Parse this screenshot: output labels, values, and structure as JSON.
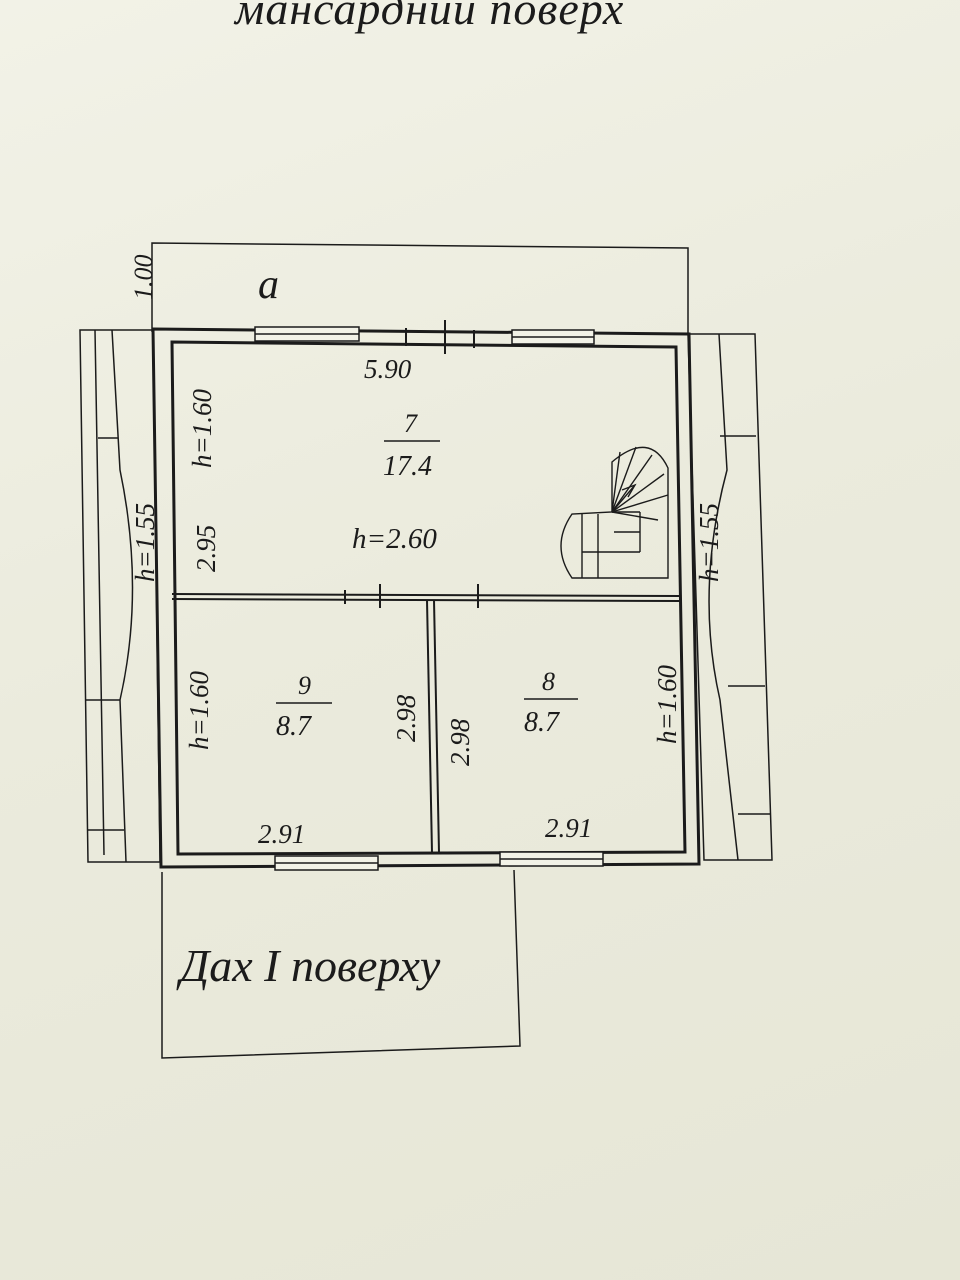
{
  "title": "мансардний поверх",
  "section_mark": "a",
  "roof_label": "Дах І поверху",
  "setback_dim": "1.00",
  "rooms": [
    {
      "number": "7",
      "area": "17.4"
    },
    {
      "number": "9",
      "area": "8.7"
    },
    {
      "number": "8",
      "area": "8.7"
    }
  ],
  "dims": {
    "top_width": "5.90",
    "room7_depth": "2.95",
    "room9_depth": "2.98",
    "room8_depth": "2.98",
    "room9_width": "2.91",
    "room8_width": "2.91"
  },
  "heights": {
    "main": "h=2.60",
    "room7_left": "h=1.60",
    "room9_left": "h=1.60",
    "room8_right": "h=1.60",
    "outer_left": "h=1.55",
    "outer_right": "h=1.55"
  }
}
